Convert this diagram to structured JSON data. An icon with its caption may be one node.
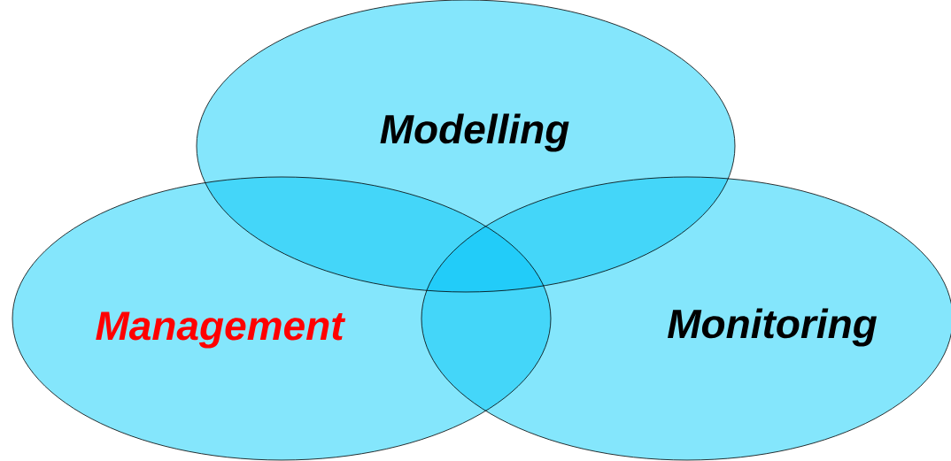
{
  "diagram": {
    "nodes": [
      {
        "text": [
          "Modelling"
        ]
      },
      {
        "text": [
          "Management"
        ]
      },
      {
        "text": [
          "Monitoring"
        ]
      }
    ]
  }
}
